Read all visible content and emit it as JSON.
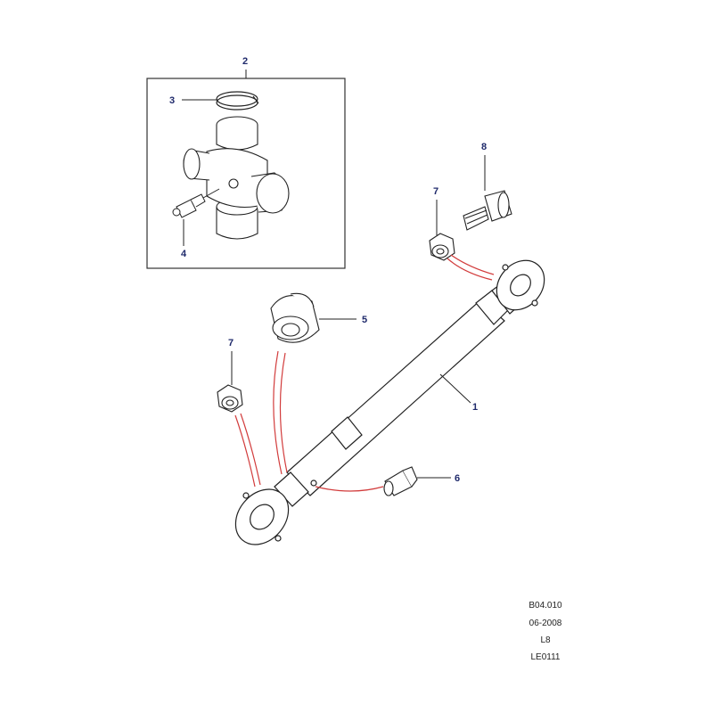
{
  "callouts": {
    "c1": "1",
    "c2": "2",
    "c3": "3",
    "c4": "4",
    "c5": "5",
    "c6": "6",
    "c7a": "7",
    "c7b": "7",
    "c8": "8"
  },
  "meta": {
    "code": "B04.010",
    "date": "06-2008",
    "model": "L8",
    "ref": "LE0111"
  },
  "colors": {
    "line": "#222222",
    "callout_text": "#1f2a6b",
    "leader_red": "#d23c3c",
    "frame": "#333333"
  }
}
